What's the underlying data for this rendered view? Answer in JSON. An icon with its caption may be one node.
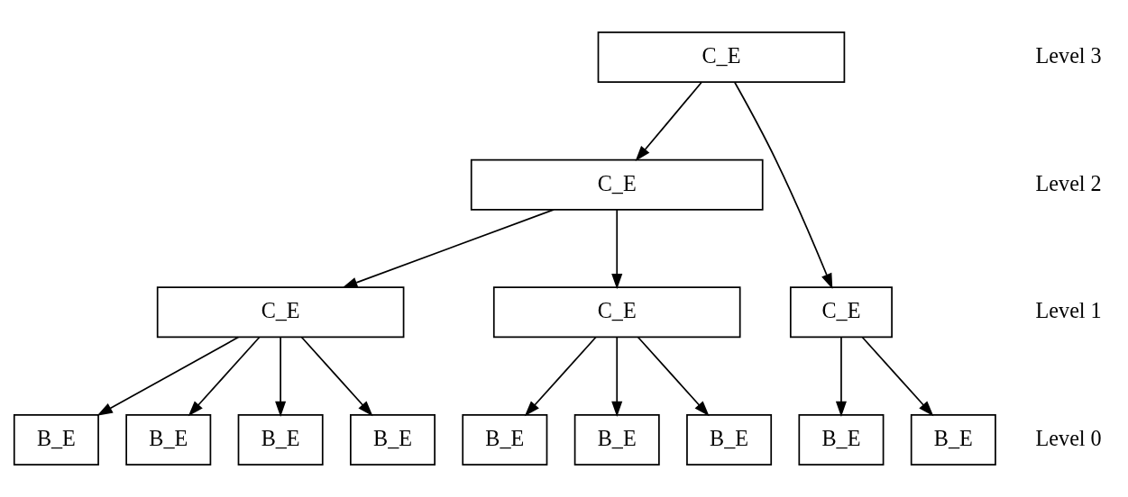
{
  "diagram": {
    "nodes": [
      {
        "text": [
          "C_E"
        ]
      },
      {
        "text": [
          "C_E"
        ]
      },
      {
        "text": [
          "C_E"
        ]
      },
      {
        "text": [
          "C_E"
        ]
      },
      {
        "text": [
          "C_E"
        ]
      },
      {
        "text": [
          "B_E"
        ]
      },
      {
        "text": [
          "B_E"
        ]
      },
      {
        "text": [
          "B_E"
        ]
      },
      {
        "text": [
          "B_E"
        ]
      },
      {
        "text": [
          "B_E"
        ]
      },
      {
        "text": [
          "B_E"
        ]
      },
      {
        "text": [
          "B_E"
        ]
      },
      {
        "text": [
          "B_E"
        ]
      },
      {
        "text": [
          "B_E"
        ]
      }
    ],
    "edges": [
      {
        "from": 0,
        "to": 1,
        "arrow": "to"
      },
      {
        "from": 0,
        "to": 4,
        "arrow": "to"
      },
      {
        "from": 1,
        "to": 2,
        "arrow": "to"
      },
      {
        "from": 1,
        "to": 3,
        "arrow": "to"
      },
      {
        "from": 2,
        "to": 5,
        "arrow": "to"
      },
      {
        "from": 2,
        "to": 6,
        "arrow": "to"
      },
      {
        "from": 2,
        "to": 7,
        "arrow": "to"
      },
      {
        "from": 2,
        "to": 8,
        "arrow": "to"
      },
      {
        "from": 3,
        "to": 9,
        "arrow": "to"
      },
      {
        "from": 3,
        "to": 10,
        "arrow": "to"
      },
      {
        "from": 3,
        "to": 11,
        "arrow": "to"
      },
      {
        "from": 4,
        "to": 12,
        "arrow": "to"
      },
      {
        "from": 4,
        "to": 13,
        "arrow": "to"
      }
    ],
    "labels": [
      "Level 3",
      "Level 2",
      "Level 1",
      "Level 0"
    ]
  }
}
